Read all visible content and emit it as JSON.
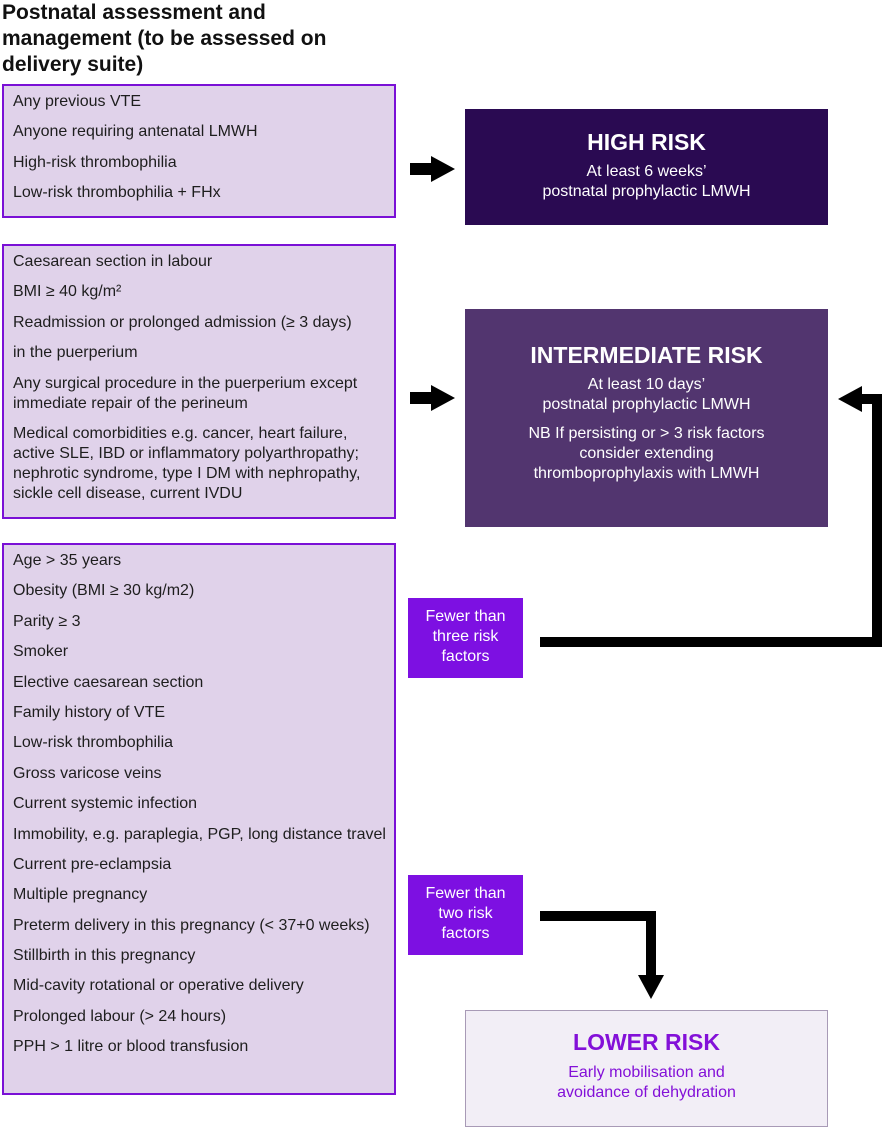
{
  "title": "Postnatal assessment and management (to be assessed on delivery suite)",
  "high_factors": [
    "Any previous VTE",
    "Anyone requiring antenatal LMWH",
    "High-risk thrombophilia",
    "Low-risk thrombophilia + FHx"
  ],
  "intermediate_factors": [
    "Caesarean section in labour",
    "BMI ≥ 40 kg/m²",
    "Readmission or prolonged admission (≥ 3 days)",
    "in the puerperium",
    "Any surgical procedure in the puerperium except immediate repair of the perineum",
    "Medical comorbidities e.g. cancer, heart failure, active SLE, IBD or inflammatory polyarthropathy; nephrotic syndrome, type I DM with nephropathy, sickle cell disease, current IVDU"
  ],
  "lower_factors": [
    "Age > 35 years",
    "Obesity (BMI ≥ 30 kg/m2)",
    "Parity ≥ 3",
    "Smoker",
    "Elective caesarean section",
    "Family history of VTE",
    "Low-risk thrombophilia",
    "Gross varicose veins",
    "Current systemic infection",
    "Immobility, e.g. paraplegia, PGP, long distance travel",
    "Current pre-eclampsia",
    "Multiple pregnancy",
    "Preterm delivery in this pregnancy (< 37+0 weeks)",
    "Stillbirth in this pregnancy",
    "Mid-cavity rotational or operative delivery",
    "Prolonged labour (> 24 hours)",
    "PPH > 1 litre or blood transfusion"
  ],
  "high_risk": {
    "title": "HIGH RISK",
    "desc_line1": "At least 6 weeks’",
    "desc_line2": "postnatal prophylactic LMWH"
  },
  "intermediate_risk": {
    "title": "INTERMEDIATE RISK",
    "desc_line1": "At least 10 days’",
    "desc_line2": "postnatal prophylactic LMWH",
    "note_line1": "NB If persisting or > 3 risk factors",
    "note_line2": "consider extending",
    "note_line3": "thromboprophylaxis with LMWH"
  },
  "lower_risk": {
    "title": "LOWER RISK",
    "desc_line1": "Early mobilisation and",
    "desc_line2": "avoidance of dehydration"
  },
  "tag_three": {
    "line1": "Fewer than",
    "line2": "three risk",
    "line3": "factors"
  },
  "tag_two": {
    "line1": "Fewer than",
    "line2": "two risk",
    "line3": "factors"
  },
  "colors": {
    "factor_bg": "#e0d2ea",
    "factor_border": "#7a10d6",
    "high_bg": "#2a0a52",
    "intermediate_bg": "#52356f",
    "lower_bg": "#f2eef6",
    "lower_text": "#8310d8",
    "tag_bg": "#7d10e2",
    "arrow": "#000000"
  }
}
